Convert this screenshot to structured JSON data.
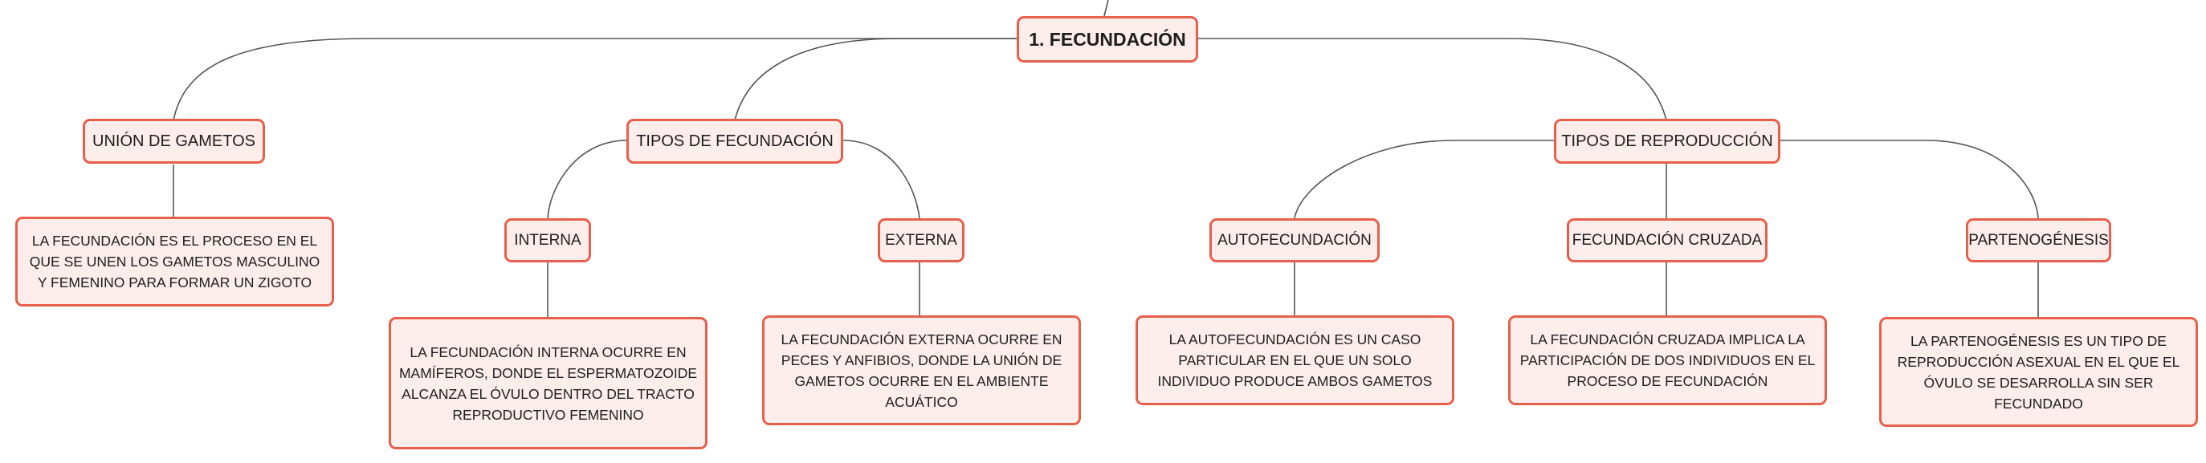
{
  "mindmap": {
    "root": "1. FECUNDACIÓN",
    "union_gametos": {
      "title": "UNIÓN DE GAMETOS",
      "description": "LA FECUNDACIÓN ES EL PROCESO EN EL QUE SE UNEN LOS GAMETOS MASCULINO Y FEMENINO PARA FORMAR UN ZIGOTO"
    },
    "tipos_fecundacion": {
      "title": "TIPOS DE FECUNDACIÓN",
      "interna": {
        "title": "INTERNA",
        "description": "LA FECUNDACIÓN INTERNA OCURRE EN MAMÍFEROS, DONDE EL ESPERMATOZOIDE ALCANZA EL ÓVULO DENTRO DEL TRACTO REPRODUCTIVO FEMENINO"
      },
      "externa": {
        "title": "EXTERNA",
        "description": "LA FECUNDACIÓN EXTERNA OCURRE EN PECES Y ANFIBIOS, DONDE LA UNIÓN DE GAMETOS OCURRE EN EL AMBIENTE ACUÁTICO"
      }
    },
    "tipos_reproduccion": {
      "title": "TIPOS DE REPRODUCCIÓN",
      "autofecundacion": {
        "title": "AUTOFECUNDACIÓN",
        "description": "LA AUTOFECUNDACIÓN ES UN CASO PARTICULAR EN EL QUE UN SOLO INDIVIDUO PRODUCE AMBOS GAMETOS"
      },
      "cruzada": {
        "title": "FECUNDACIÓN CRUZADA",
        "description": "LA FECUNDACIÓN CRUZADA IMPLICA LA PARTICIPACIÓN DE DOS INDIVIDUOS EN EL PROCESO DE FECUNDACIÓN"
      },
      "partenogenesis": {
        "title": "PARTENOGÉNESIS",
        "description": "LA PARTENOGÉNESIS ES UN TIPO DE REPRODUCCIÓN ASEXUAL EN EL QUE EL ÓVULO SE DESARROLLA SIN SER FECUNDADO"
      }
    }
  },
  "colors": {
    "node_border": "#e8604c",
    "node_fill": "#fdeeec",
    "connector": "#555555"
  }
}
